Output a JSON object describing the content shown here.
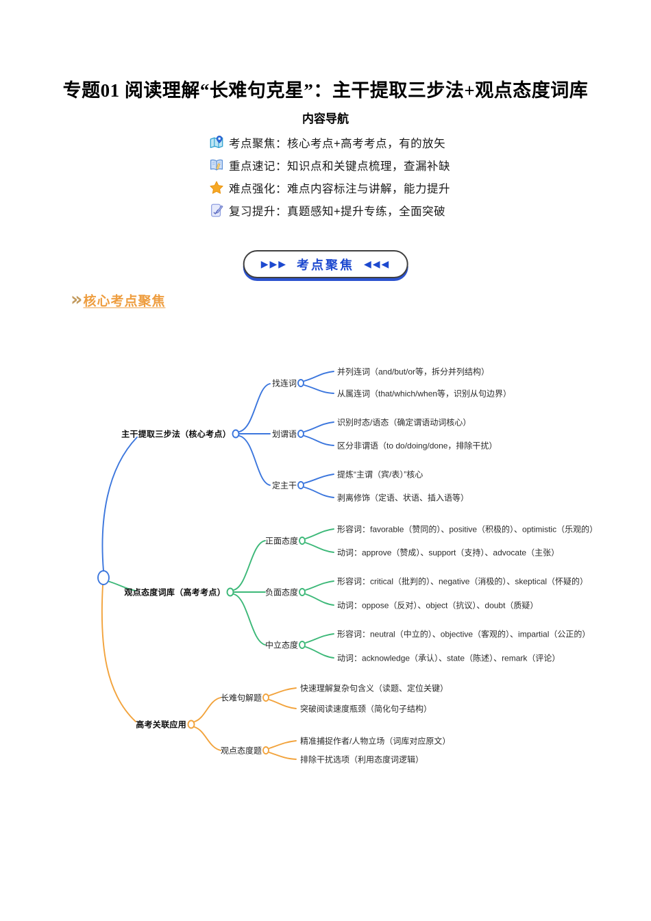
{
  "page": {
    "title": "专题01 阅读理解“长难句克星”：主干提取三步法+观点态度词库",
    "nav_heading": "内容导航",
    "nav_items": [
      {
        "icon": "map-pin-icon",
        "label": "考点聚焦：核心考点+高考考点，有的放矢"
      },
      {
        "icon": "book-icon",
        "label": "重点速记：知识点和关键点梳理，查漏补缺"
      },
      {
        "icon": "star-icon",
        "label": "难点强化：难点内容标注与讲解，能力提升"
      },
      {
        "icon": "memo-pencil-icon",
        "label": "复习提升：真题感知+提升专练，全面突破"
      }
    ],
    "section_button": {
      "left_arrows": "▶▶▶",
      "label": "考点聚焦",
      "right_arrows": "◀◀◀"
    },
    "section_heading": {
      "chevron": "»",
      "label": "核心考点聚焦"
    }
  },
  "colors": {
    "branch_blue": "#3b76dd",
    "branch_green": "#3cb878",
    "branch_orange": "#f2a33c",
    "button_blue": "#1d49cf",
    "heading_orange": "#ee9d3f"
  },
  "mindmap": {
    "branches": [
      {
        "label": "主干提取三步法（核心考点）",
        "color": "#3b76dd",
        "children": [
          {
            "label": "找连词",
            "leaves": [
              "并列连词（and/but/or等，拆分并列结构）",
              "从属连词（that/which/when等，识别从句边界）"
            ]
          },
          {
            "label": "划谓语",
            "leaves": [
              "识别时态/语态（确定谓语动词核心）",
              "区分非谓语（to do/doing/done，排除干扰）"
            ]
          },
          {
            "label": "定主干",
            "leaves": [
              "提炼“主谓（宾/表）”核心",
              "剥离修饰（定语、状语、插入语等）"
            ]
          }
        ]
      },
      {
        "label": "观点态度词库（高考考点）",
        "color": "#3cb878",
        "children": [
          {
            "label": "正面态度",
            "leaves": [
              "形容词：favorable（赞同的）、positive（积极的）、optimistic（乐观的）",
              "动词：approve（赞成）、support（支持）、advocate（主张）"
            ]
          },
          {
            "label": "负面态度",
            "leaves": [
              "形容词：critical（批判的）、negative（消极的）、skeptical（怀疑的）",
              "动词：oppose（反对）、object（抗议）、doubt（质疑）"
            ]
          },
          {
            "label": "中立态度",
            "leaves": [
              "形容词：neutral（中立的）、objective（客观的）、impartial（公正的）",
              "动词：acknowledge（承认）、state（陈述）、remark（评论）"
            ]
          }
        ]
      },
      {
        "label": "高考关联应用",
        "color": "#f2a33c",
        "children": [
          {
            "label": "长难句解题",
            "leaves": [
              "快速理解复杂句含义（读题、定位关键）",
              "突破阅读速度瓶颈（简化句子结构）"
            ]
          },
          {
            "label": "观点态度题",
            "leaves": [
              "精准捕捉作者/人物立场（词库对应原文）",
              "排除干扰选项（利用态度词逻辑）"
            ]
          }
        ]
      }
    ]
  }
}
